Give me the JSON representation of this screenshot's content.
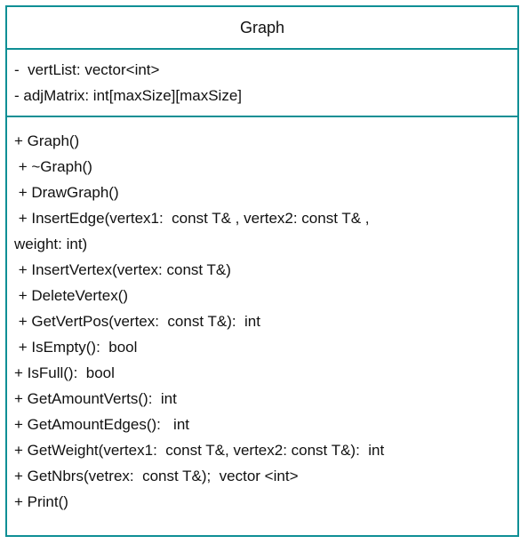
{
  "diagram": {
    "class_name": "Graph",
    "attributes": [
      "-  vertList: vector<int>",
      "- adjMatrix: int[maxSize][maxSize]"
    ],
    "methods": [
      "+ Graph()",
      " + ~Graph()",
      " + DrawGraph()",
      " + InsertEdge(vertex1:  const T& , vertex2: const T& ,",
      "weight: int)",
      " + InsertVertex(vertex: const T&)",
      " + DeleteVertex()",
      " + GetVertPos(vertex:  const T&):  int",
      " + IsEmpty():  bool",
      "+ IsFull():  bool",
      "+ GetAmountVerts():  int",
      "+ GetAmountEdges():   int",
      "+ GetWeight(vertex1:  const T&, vertex2: const T&):  int",
      "+ GetNbrs(vetrex:  const T&);  vector <int>",
      "+ Print()"
    ],
    "colors": {
      "border": "#0f8f95",
      "text": "#111111",
      "background": "#ffffff"
    }
  }
}
